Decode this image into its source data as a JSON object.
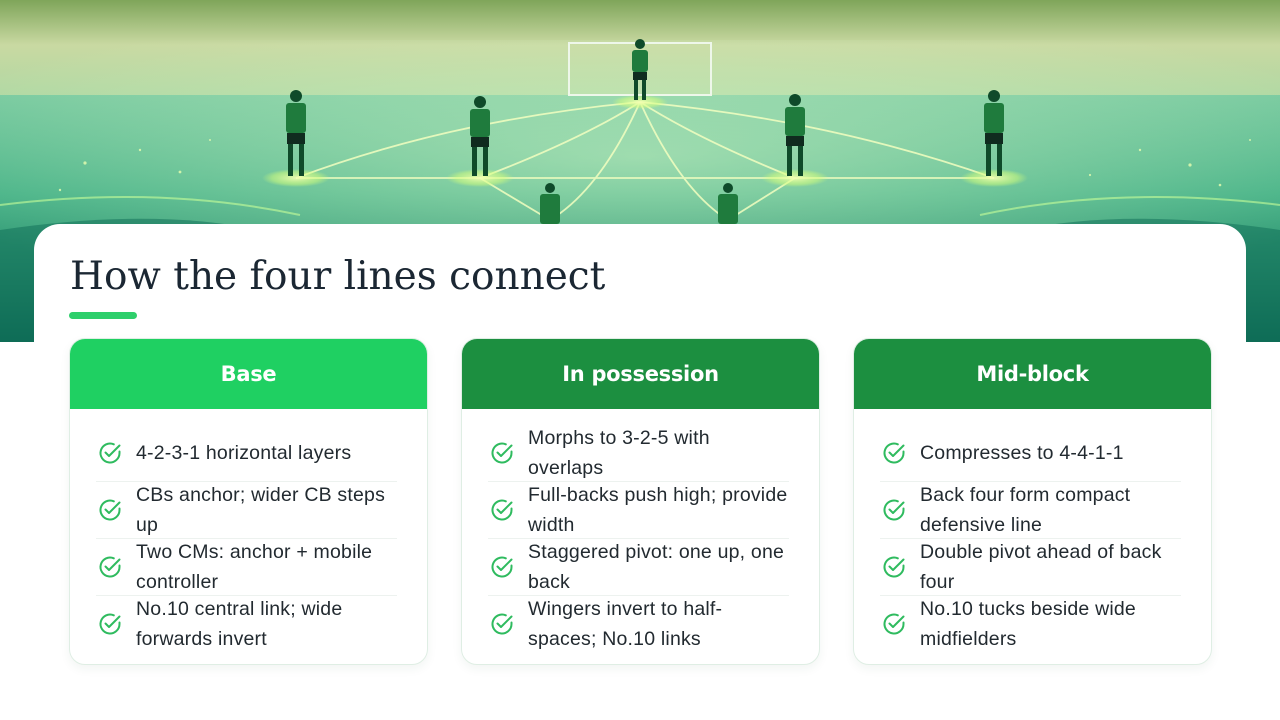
{
  "title": "How the four lines connect",
  "colors": {
    "accent": "#2ecf6b",
    "base_header": "#1fd062",
    "possession_header": "#1c8f40",
    "midblock_header": "#1c8f40",
    "check": "#2fbb5f"
  },
  "icons": {
    "item_check": "check-circle-icon"
  },
  "panels": [
    {
      "heading": "Base",
      "items": [
        "4-2-3-1 horizontal layers",
        "CBs anchor; wider CB steps up",
        "Two CMs: anchor + mobile controller",
        "No.10 central link; wide forwards invert"
      ]
    },
    {
      "heading": "In possession",
      "items": [
        "Morphs to 3-2-5 with overlaps",
        "Full-backs push high; provide width",
        "Staggered pivot: one up, one back",
        "Wingers invert to half-spaces; No.10 links"
      ]
    },
    {
      "heading": "Mid-block",
      "items": [
        "Compresses to 4-4-1-1",
        "Back four form compact defensive line",
        "Double pivot ahead of back four",
        "No.10 tucks beside wide midfielders"
      ]
    }
  ]
}
